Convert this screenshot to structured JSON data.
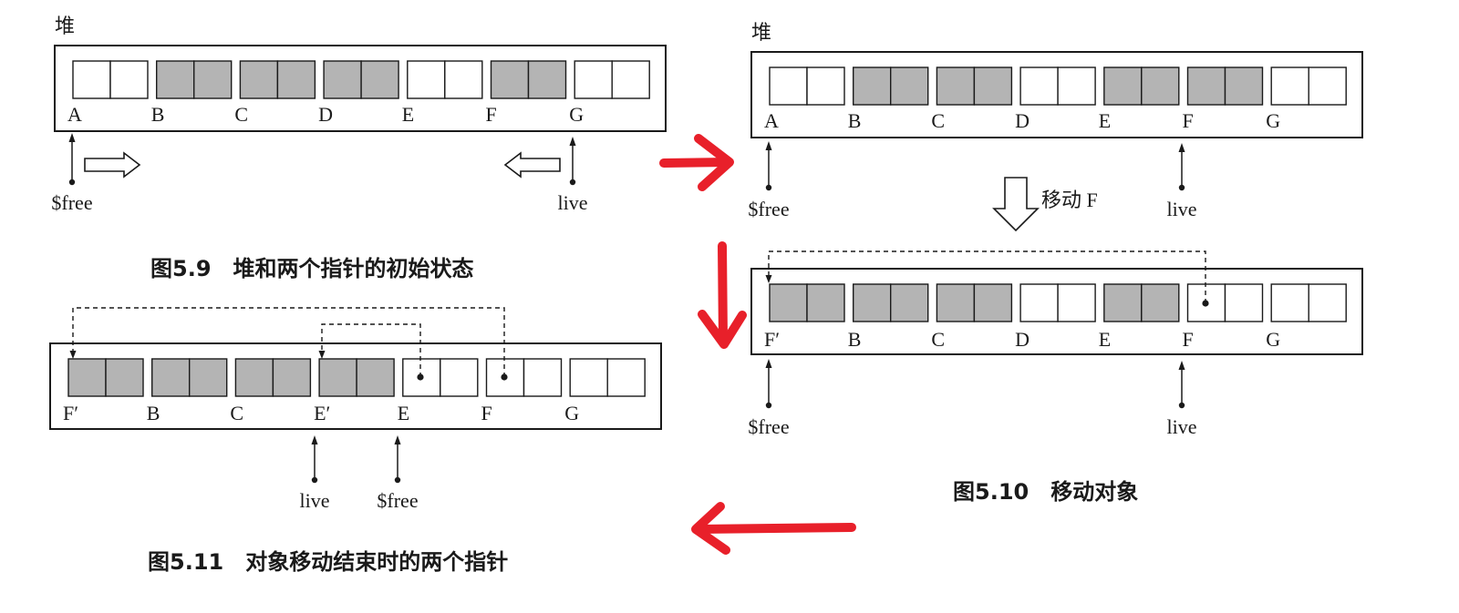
{
  "colors": {
    "filled": "#b4b4b4",
    "empty": "#ffffff",
    "stroke": "#1a1a1a",
    "transition_arrow": "#e8202a"
  },
  "fig59": {
    "heap_title": "堆",
    "labels": [
      "A",
      "B",
      "C",
      "D",
      "E",
      "F",
      "G"
    ],
    "filled": [
      false,
      true,
      true,
      true,
      false,
      true,
      false
    ],
    "free_pointer": "$free",
    "live_pointer": "live",
    "caption": "图5.9　堆和两个指针的初始状态"
  },
  "fig510": {
    "heap_title": "堆",
    "top_labels": [
      "A",
      "B",
      "C",
      "D",
      "E",
      "F",
      "G"
    ],
    "top_filled": [
      false,
      true,
      true,
      false,
      true,
      true,
      false
    ],
    "top_free_pointer": "$free",
    "top_live_pointer": "live",
    "move_label": "移动 F",
    "bottom_labels": [
      "F′",
      "B",
      "C",
      "D",
      "E",
      "F",
      "G"
    ],
    "bottom_filled": [
      true,
      true,
      true,
      false,
      true,
      false,
      false
    ],
    "bottom_free_pointer": "$free",
    "bottom_live_pointer": "live",
    "caption": "图5.10　移动对象"
  },
  "fig511": {
    "labels": [
      "F′",
      "B",
      "C",
      "E′",
      "E",
      "F",
      "G"
    ],
    "filled": [
      true,
      true,
      true,
      true,
      false,
      false,
      false
    ],
    "live_pointer": "live",
    "free_pointer": "$free",
    "caption": "图5.11　对象移动结束时的两个指针"
  }
}
